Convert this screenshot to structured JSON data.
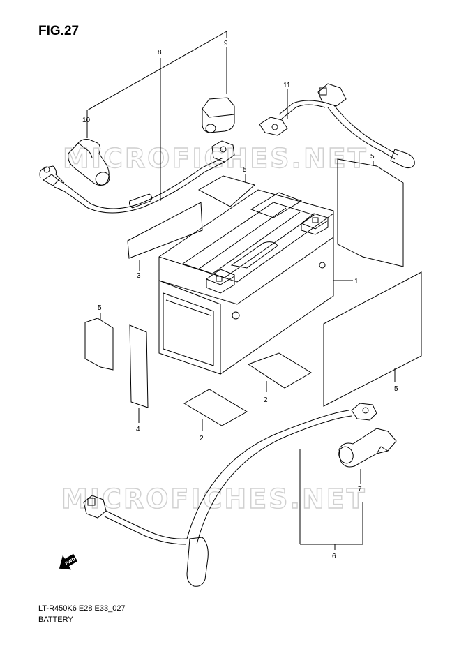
{
  "figure": {
    "title": "FIG.27"
  },
  "footer": {
    "code": "LT-R450K6 E28 E33_027",
    "name": "BATTERY"
  },
  "watermark": {
    "text": "MICROFICHES.NET"
  },
  "callouts": {
    "c1": "1",
    "c2a": "2",
    "c2b": "2",
    "c3": "3",
    "c4": "4",
    "c5a": "5",
    "c5b": "5",
    "c5c": "5",
    "c5d": "5",
    "c6": "6",
    "c7": "7",
    "c8": "8",
    "c9": "9",
    "c10": "10",
    "c11": "11"
  },
  "fwd_badge": {
    "text": "FWD"
  }
}
